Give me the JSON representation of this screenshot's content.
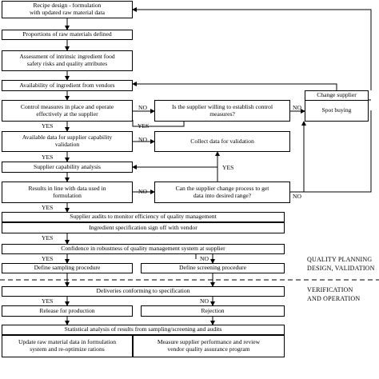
{
  "boxes": {
    "recipe_design": "Recipe design - formulation\nwith updated raw material data",
    "proportions": "Proportions of raw materials defined",
    "assessment": "Assessment of intrinsic ingredient food\nsafety risks and quality attributes",
    "availability": "Availability of ingredient from vendors",
    "control_measures": "Control measures in place and operate\neffectively at the supplier",
    "supplier_willing": "Is the supplier willing to establish control\nmeasures?",
    "change_supplier": "Change supplier",
    "spot_buying": "Spot buying",
    "available_data": "Available data for supplier capability\nvalidation",
    "collect_data": "Collect data for validation",
    "capability_analysis": "Supplier capability analysis",
    "results_in_line": "Results in line with data used in\nformulation",
    "change_process": "Can the supplier change process to get\ndata into desired range?",
    "supplier_audits": "Supplier audits to monitor efficiency of quality management",
    "spec_signoff": "Ingredient specification sign off with vendor",
    "confidence": "Confidence in robustness of quality management system at supplier",
    "sampling_procedure": "Define sampling procedure",
    "screening_procedure": "Define screening procedure",
    "deliveries_conforming": "Deliveries conforming to specification",
    "release": "Release for production",
    "rejection": "Rejection",
    "statistical_analysis": "Statistical analysis of  results from sampling/screening and audits",
    "update_raw_material": "Update raw material data in formulation\nsystem and re-optimize rations",
    "measure_supplier": "Measure supplier performance and review\nvendor quality assurance program"
  },
  "labels": {
    "yes": "YES",
    "no": "NO"
  },
  "sections": {
    "planning_line1": "QUALITY PLANNING",
    "planning_line2": "DESIGN, VALIDATION",
    "verification_line1": "VERIFICATION",
    "verification_line2": "AND OPERATION"
  }
}
